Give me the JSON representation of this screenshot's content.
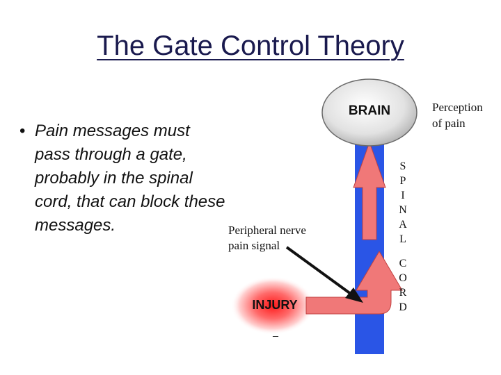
{
  "title": "The Gate Control Theory",
  "bullets": [
    "Pain messages must pass through a gate, probably in the spinal cord, that can block these messages."
  ],
  "diagram": {
    "brain_label": "BRAIN",
    "perception_label_line1": "Perception",
    "perception_label_line2": "of pain",
    "spinal_letters": [
      "S",
      "P",
      "I",
      "N",
      "A",
      "L"
    ],
    "cord_letters": [
      "C",
      "O",
      "R",
      "D"
    ],
    "nerve_label_line1": "Peripheral nerve",
    "nerve_label_line2": "pain signal",
    "injury_label": "INJURY",
    "dash_mark": "_",
    "colors": {
      "spinal_cord": "#2a55e6",
      "arrow_fill": "#f07878",
      "arrow_stroke": "#c04040",
      "brain_fill": "#e0e0e0",
      "injury_core": "#ff2020",
      "title": "#1a1a4e"
    }
  }
}
